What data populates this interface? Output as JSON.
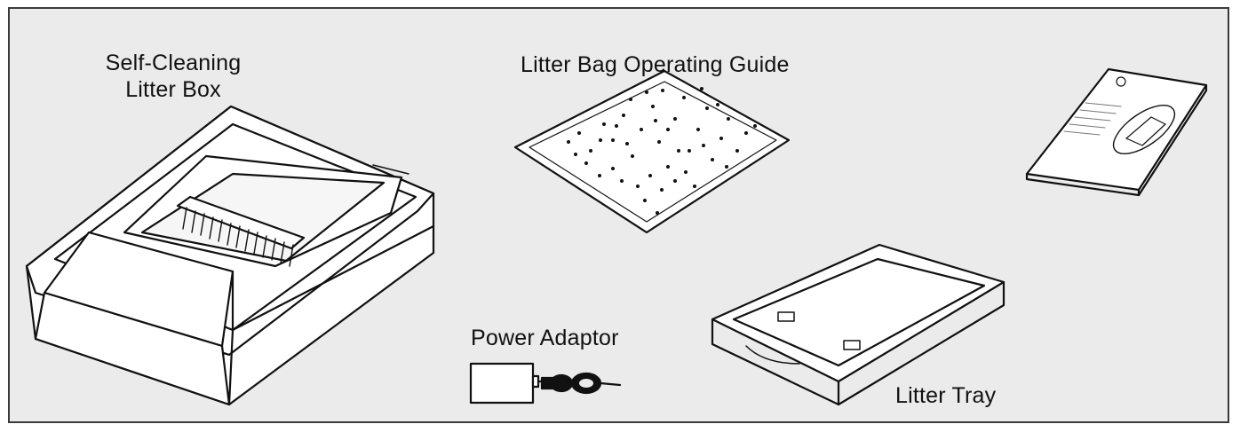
{
  "labels": {
    "litter_box_line1": "Self-Cleaning",
    "litter_box_line2": "Litter Box",
    "litter_bag_guide": "Litter Bag Operating Guide",
    "power_adaptor": "Power Adaptor",
    "litter_tray": "Litter Tray"
  },
  "colors": {
    "panel_background": "#ebebeb",
    "line": "#111111",
    "fill": "#ffffff"
  }
}
